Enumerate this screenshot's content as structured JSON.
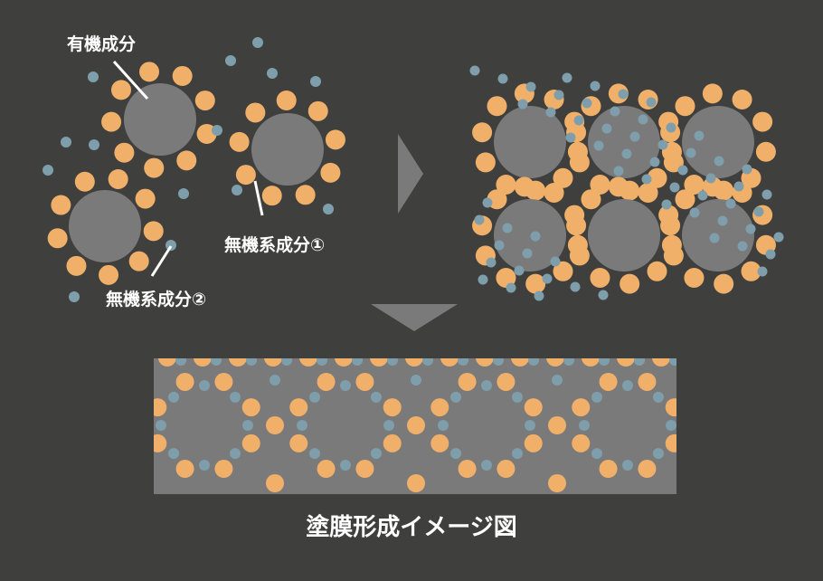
{
  "labels": {
    "organic": "有機成分",
    "inorganic1": "無機系成分①",
    "inorganic2": "無機系成分②"
  },
  "caption": "塗膜形成イメージ図",
  "colors": {
    "background": "#3f403e",
    "organic": "#7a7a7a",
    "inorganic1": "#f0b06a",
    "inorganic2": "#7f9eac",
    "film": "#7a7a7a"
  }
}
